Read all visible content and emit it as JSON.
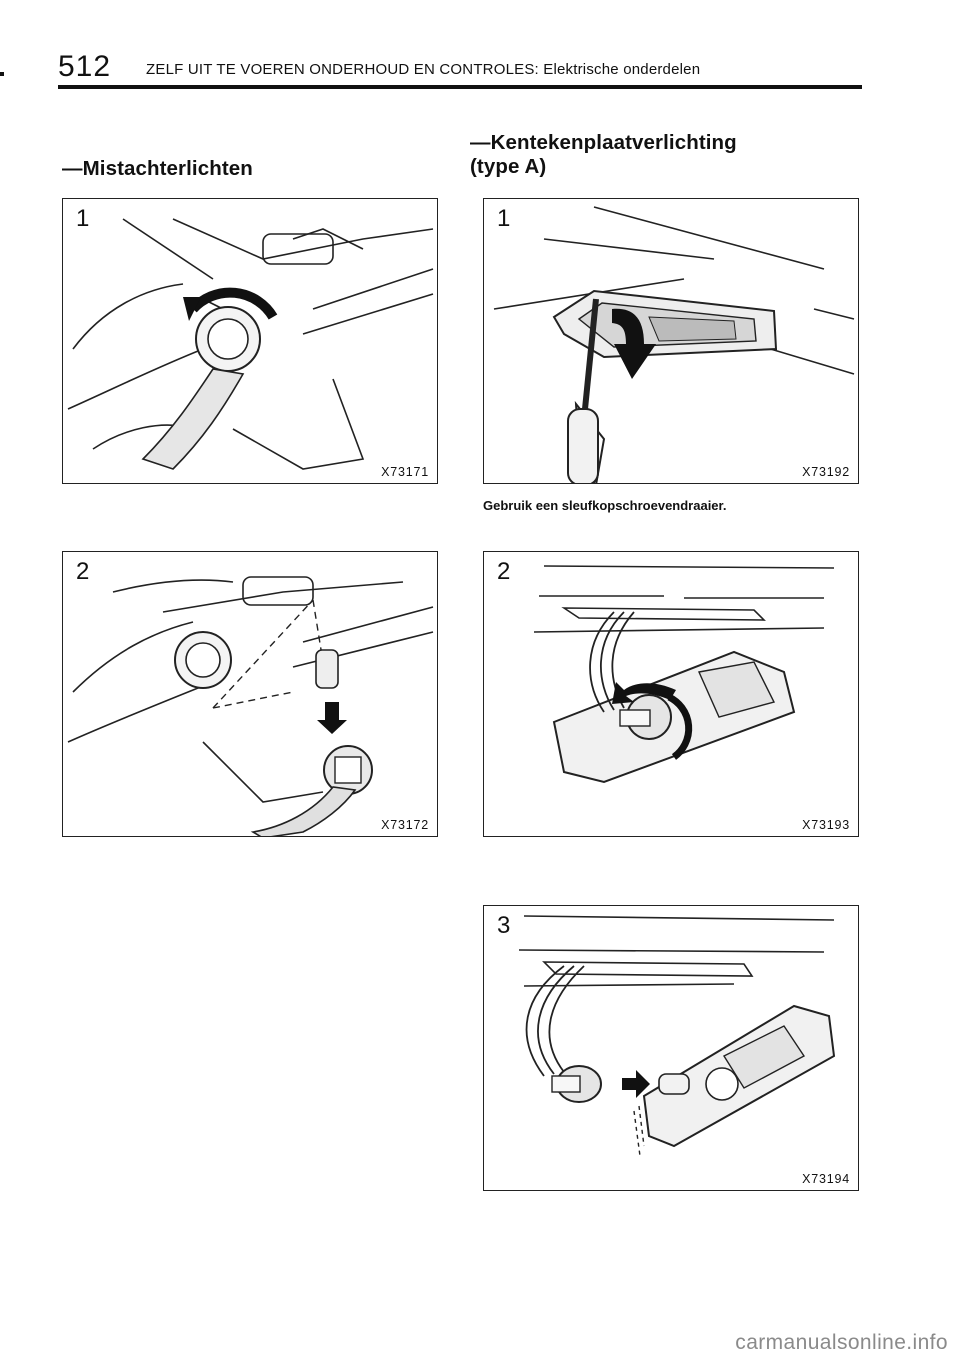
{
  "header": {
    "page_number": "512",
    "title": "ZELF UIT TE VOEREN ONDERHOUD EN CONTROLES: Elektrische onderdelen"
  },
  "sections": {
    "left_title": "—Mistachterlichten",
    "right_title_line1": "—Kentekenplaatverlichting",
    "right_title_line2": "(type A)"
  },
  "figures": {
    "fog1": {
      "step": "1",
      "code": "X73171"
    },
    "fog2": {
      "step": "2",
      "code": "X73172"
    },
    "plate1": {
      "step": "1",
      "code": "X73192"
    },
    "plate2": {
      "step": "2",
      "code": "X73193"
    },
    "plate3": {
      "step": "3",
      "code": "X73194"
    }
  },
  "caption": "Gebruik een sleufkopschroevendraaier.",
  "watermark": "carmanualsonline.info"
}
